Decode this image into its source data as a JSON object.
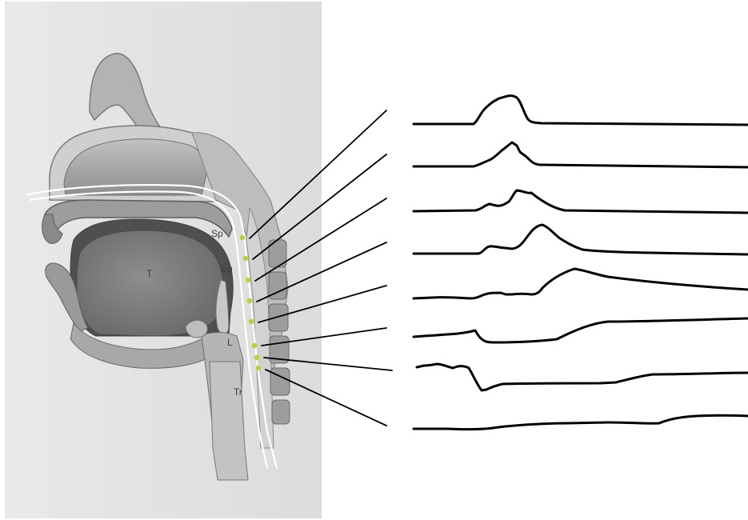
{
  "anatomy": {
    "labels": {
      "sp": "Sp",
      "ep": "Ep",
      "t": "T",
      "l": "L",
      "tr": "Tr"
    }
  },
  "colors": {
    "sensor": "#b7d43a",
    "trace": "#000000",
    "catheter": "#ffffff",
    "tissue_light": "#e6e6e6",
    "tissue_mid": "#a9a9a9",
    "tissue_dark": "#6f6f6f"
  },
  "sensors": {
    "count": 8
  },
  "traces": {
    "count": 8
  }
}
